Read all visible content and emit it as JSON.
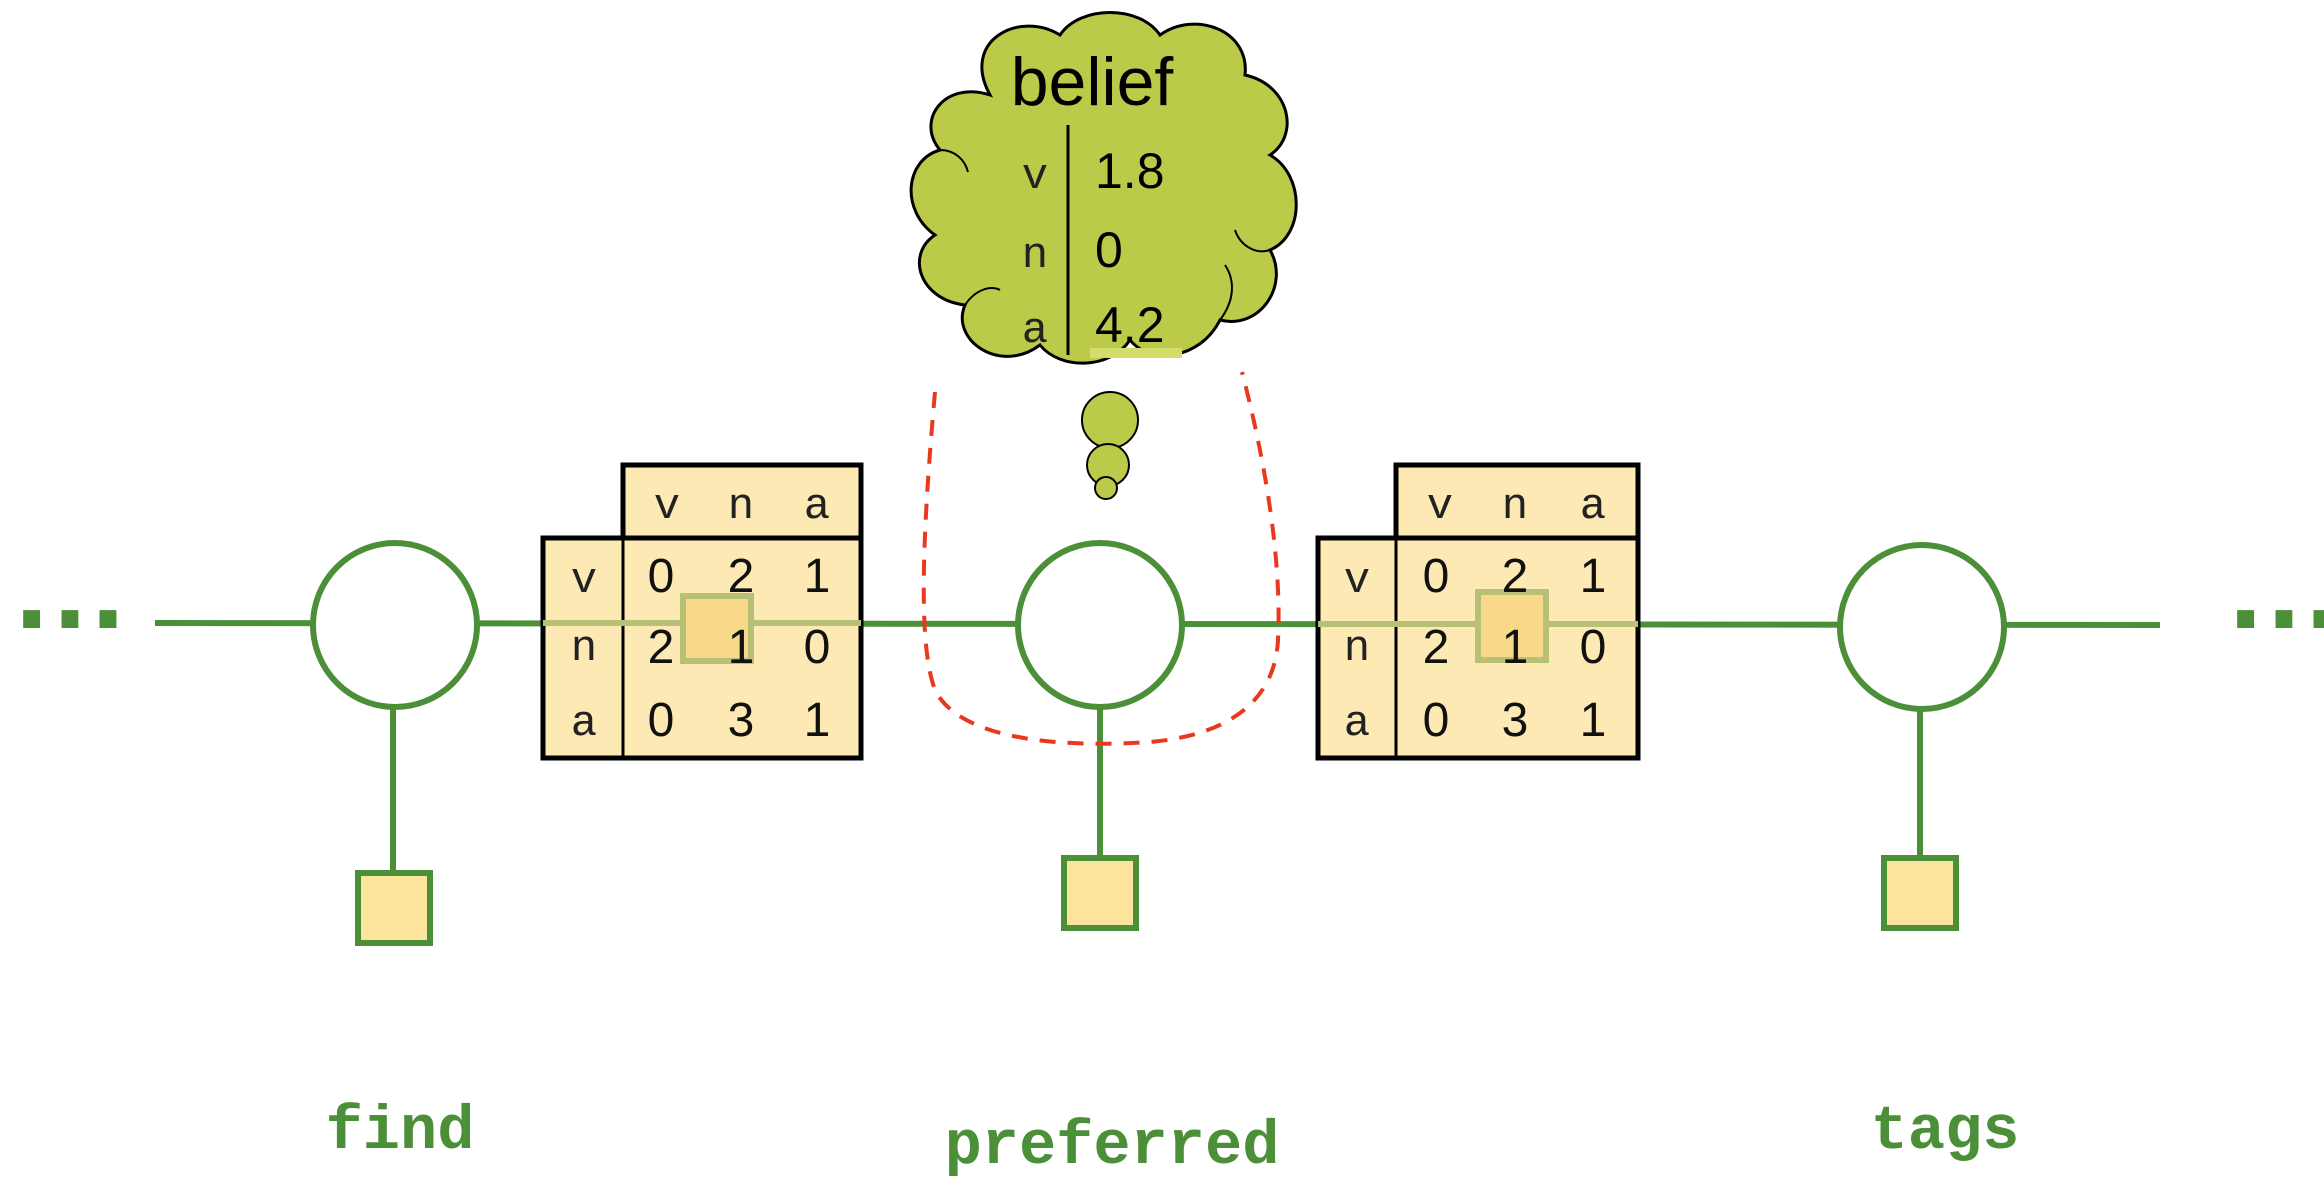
{
  "colors": {
    "edge": "#4b8f38",
    "factor_fill": "#fde49c",
    "table_fill": "#fde9b4",
    "cloud_fill": "#bcca4a",
    "highlight": "#b7c074",
    "dashed": "#e8391f",
    "label": "#4b8f38",
    "text": "#111111"
  },
  "ellipsis_left": "…",
  "ellipsis_right": "…",
  "variables": [
    {
      "label": "find"
    },
    {
      "label": "preferred"
    },
    {
      "label": "tags"
    }
  ],
  "factor_tables": [
    {
      "col_headers": [
        "v",
        "n",
        "a"
      ],
      "row_headers": [
        "v",
        "n",
        "a"
      ],
      "rows": [
        [
          "0",
          "2",
          "1"
        ],
        [
          "2",
          "1",
          "0"
        ],
        [
          "0",
          "3",
          "1"
        ]
      ]
    },
    {
      "col_headers": [
        "v",
        "n",
        "a"
      ],
      "row_headers": [
        "v",
        "n",
        "a"
      ],
      "rows": [
        [
          "0",
          "2",
          "1"
        ],
        [
          "2",
          "1",
          "0"
        ],
        [
          "0",
          "3",
          "1"
        ]
      ]
    }
  ],
  "belief": {
    "title": "belief",
    "rows": [
      {
        "tag": "v",
        "value": "1.8"
      },
      {
        "tag": "n",
        "value": "0"
      },
      {
        "tag": "a",
        "value": "4.2"
      }
    ]
  }
}
